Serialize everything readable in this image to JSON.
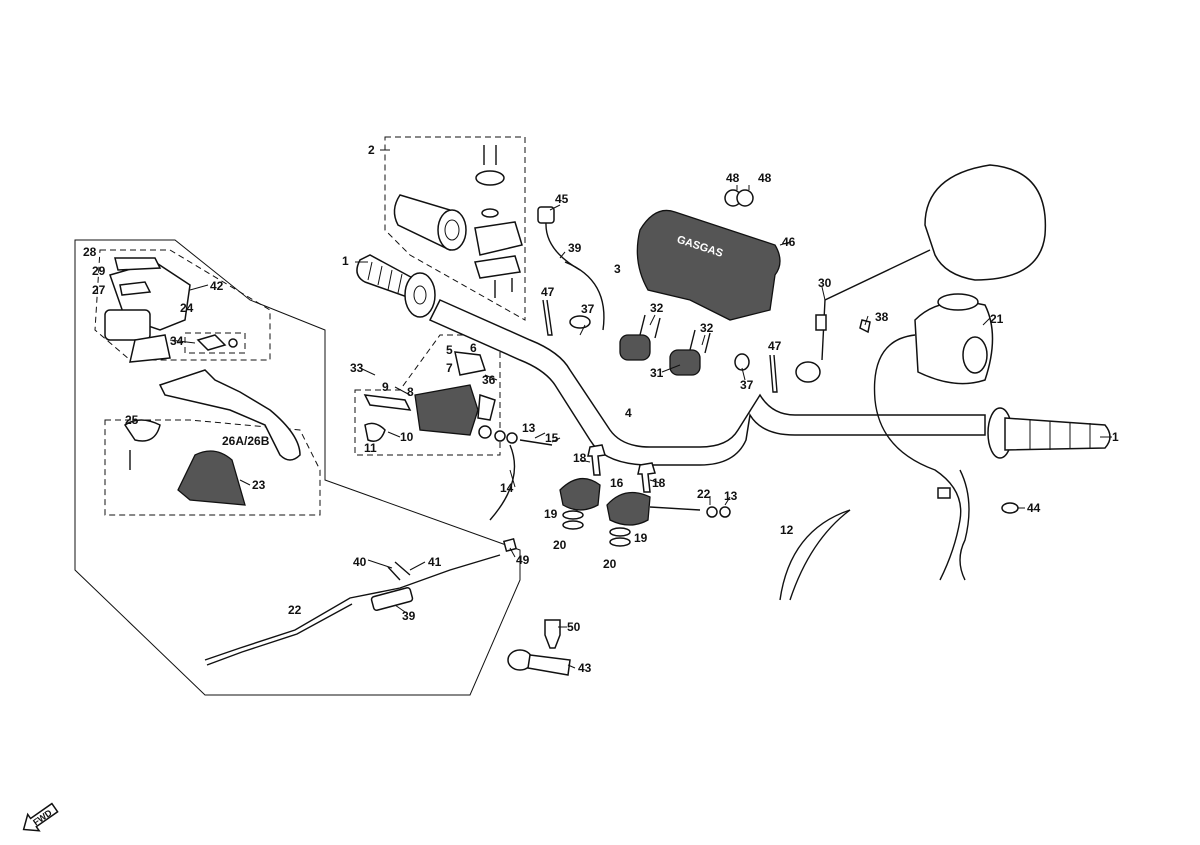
{
  "diagram": {
    "labels": {
      "l1a": "1",
      "l1b": "1",
      "l2": "2",
      "l3": "3",
      "l4": "4",
      "l5": "5",
      "l6": "6",
      "l7": "7",
      "l8": "8",
      "l9": "9",
      "l10": "10",
      "l11": "11",
      "l12": "12",
      "l13a": "13",
      "l13b": "13",
      "l14": "14",
      "l15": "15",
      "l16": "16",
      "l18a": "18",
      "l18b": "18",
      "l19a": "19",
      "l19b": "19",
      "l20a": "20",
      "l20b": "20",
      "l21": "21",
      "l22a": "22",
      "l22b": "22",
      "l23": "23",
      "l24": "24",
      "l25": "25",
      "l26": "26A/26B",
      "l27": "27",
      "l28": "28",
      "l29": "29",
      "l30": "30",
      "l31": "31",
      "l32a": "32",
      "l32b": "32",
      "l33": "33",
      "l34": "34",
      "l36": "36",
      "l37a": "37",
      "l37b": "37",
      "l38": "38",
      "l39a": "39",
      "l39b": "39",
      "l40": "40",
      "l41": "41",
      "l42": "42",
      "l43": "43",
      "l44": "44",
      "l45": "45",
      "l46": "46",
      "l47a": "47",
      "l47b": "47",
      "l48a": "48",
      "l48b": "48",
      "l49": "49",
      "l50": "50"
    },
    "cover_logo": "GASGAS",
    "direction_marker": "FWD"
  }
}
